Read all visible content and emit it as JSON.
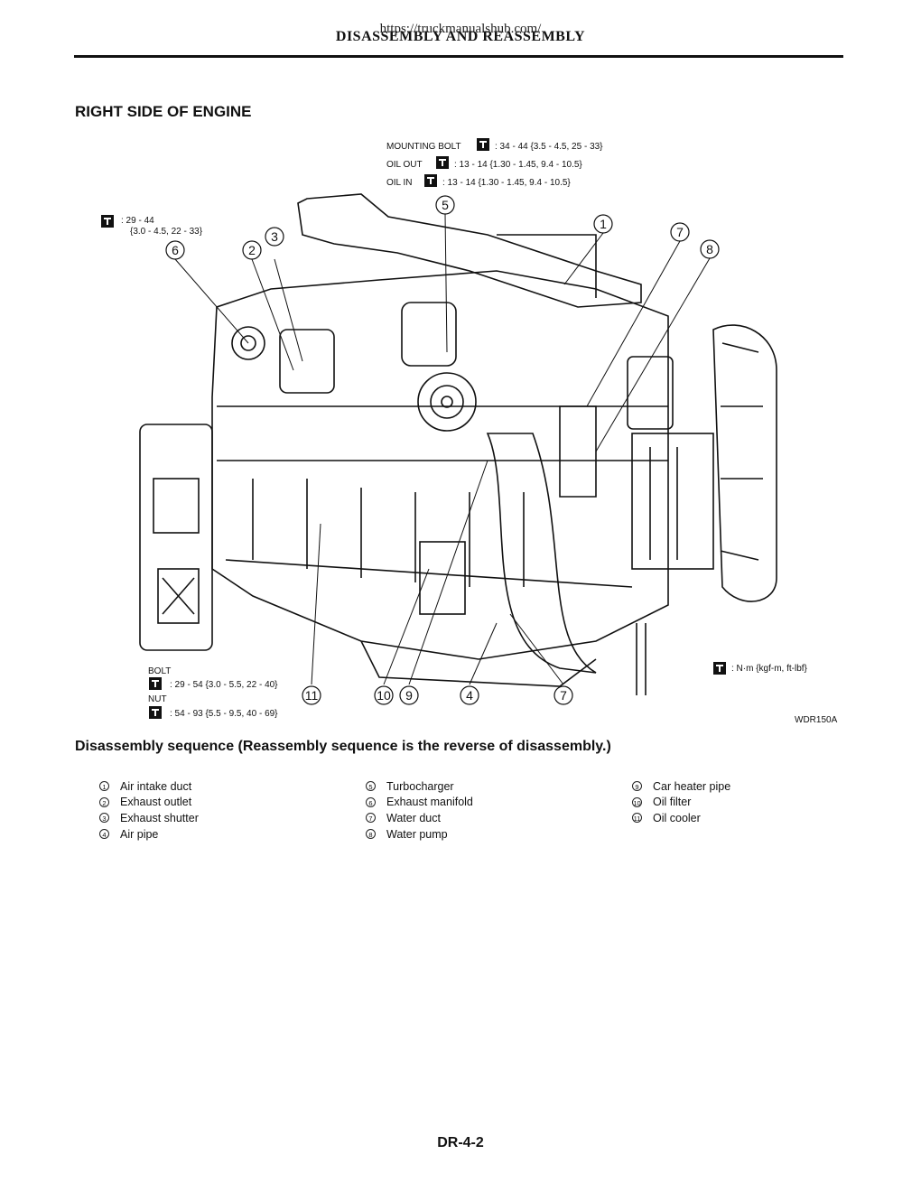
{
  "header": {
    "title": "DISASSEMBLY AND REASSEMBLY",
    "url": "https://truckmanualshub.com/"
  },
  "section_title": "RIGHT SIDE OF ENGINE",
  "diagram": {
    "torque_specs": {
      "mounting_bolt_label": "MOUNTING BOLT",
      "mounting_bolt_value": ": 34 - 44 {3.5 - 4.5, 25 - 33}",
      "oil_out_label": "OIL OUT",
      "oil_out_value": ": 13 - 14 {1.30 - 1.45, 9.4 - 10.5}",
      "oil_in_label": "OIL IN",
      "oil_in_value": ": 13 - 14 {1.30 - 1.45, 9.4 - 10.5}",
      "left_value_1": ": 29 - 44",
      "left_value_2": "{3.0 - 4.5, 22 - 33}",
      "bolt_label": "BOLT",
      "bolt_value": ": 29 - 54 {3.0 - 5.5, 22 - 40}",
      "nut_label": "NUT",
      "nut_value": ": 54 - 93 {5.5 - 9.5, 40 - 69}",
      "unit_legend": ": N·m {kgf-m, ft-lbf}"
    },
    "torque_icon": "torque-wrench-T-icon",
    "callouts": [
      "1",
      "2",
      "3",
      "4",
      "5",
      "6",
      "7",
      "7",
      "8",
      "9",
      "10",
      "11"
    ],
    "figure_id": "WDR150A"
  },
  "subsection_title": "Disassembly sequence (Reassembly sequence is the reverse of disassembly.)",
  "parts": {
    "col1": [
      {
        "num": "1",
        "name": "Air intake duct"
      },
      {
        "num": "2",
        "name": "Exhaust outlet"
      },
      {
        "num": "3",
        "name": "Exhaust shutter"
      },
      {
        "num": "4",
        "name": "Air pipe"
      }
    ],
    "col2": [
      {
        "num": "5",
        "name": "Turbocharger"
      },
      {
        "num": "6",
        "name": "Exhaust manifold"
      },
      {
        "num": "7",
        "name": "Water duct"
      },
      {
        "num": "8",
        "name": "Water pump"
      }
    ],
    "col3": [
      {
        "num": "9",
        "name": "Car heater pipe"
      },
      {
        "num": "10",
        "name": "Oil filter"
      },
      {
        "num": "11",
        "name": "Oil cooler"
      }
    ]
  },
  "footer": {
    "page_number": "DR-4-2"
  }
}
